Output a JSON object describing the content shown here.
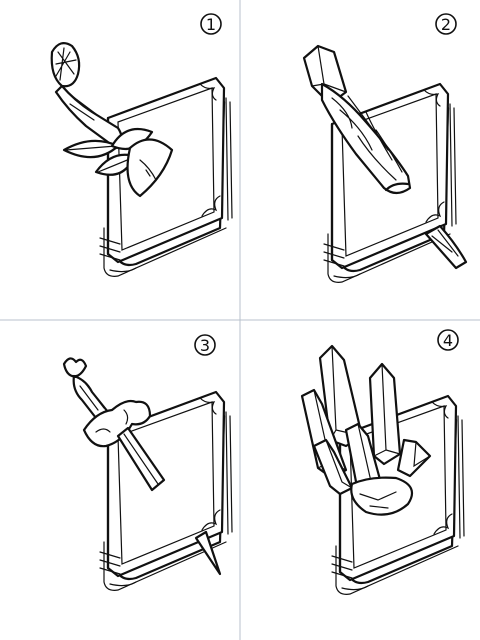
{
  "panels": [
    {
      "number": "1",
      "subject": "rose",
      "icon": "rose-on-book-icon"
    },
    {
      "number": "2",
      "subject": "wooden staff",
      "icon": "staff-through-book-icon"
    },
    {
      "number": "3",
      "subject": "dagger",
      "icon": "dagger-through-book-icon"
    },
    {
      "number": "4",
      "subject": "crystals",
      "icon": "crystals-on-book-icon"
    }
  ],
  "colors": {
    "line": "#111111",
    "divider": "#b8c2cc",
    "background": "#ffffff"
  }
}
